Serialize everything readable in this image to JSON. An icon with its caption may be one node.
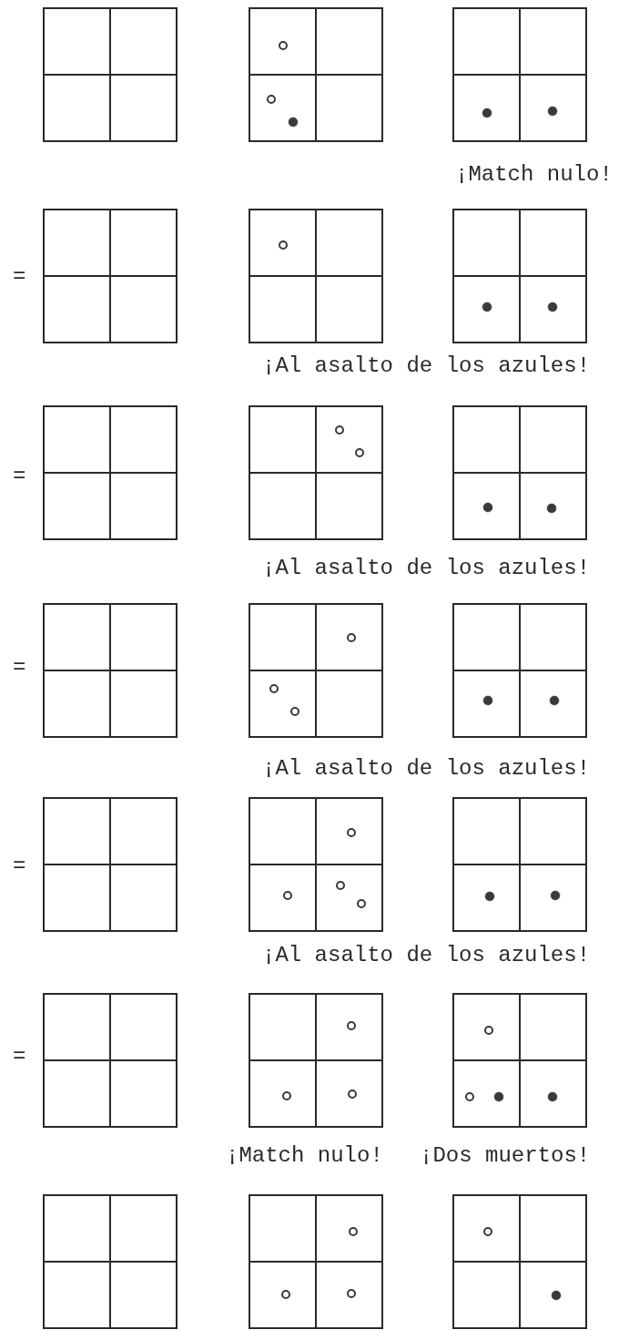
{
  "diagram": {
    "labels": [
      "¡Match nulo!",
      "=",
      "¡Al asalto de los azules!",
      "=",
      "¡Al asalto de los azules!",
      "=",
      "¡Al asalto de los azules!",
      "=",
      "¡Al asalto de los azules!",
      "=",
      "¡Match nulo!",
      "¡Dos muertos!"
    ]
  }
}
